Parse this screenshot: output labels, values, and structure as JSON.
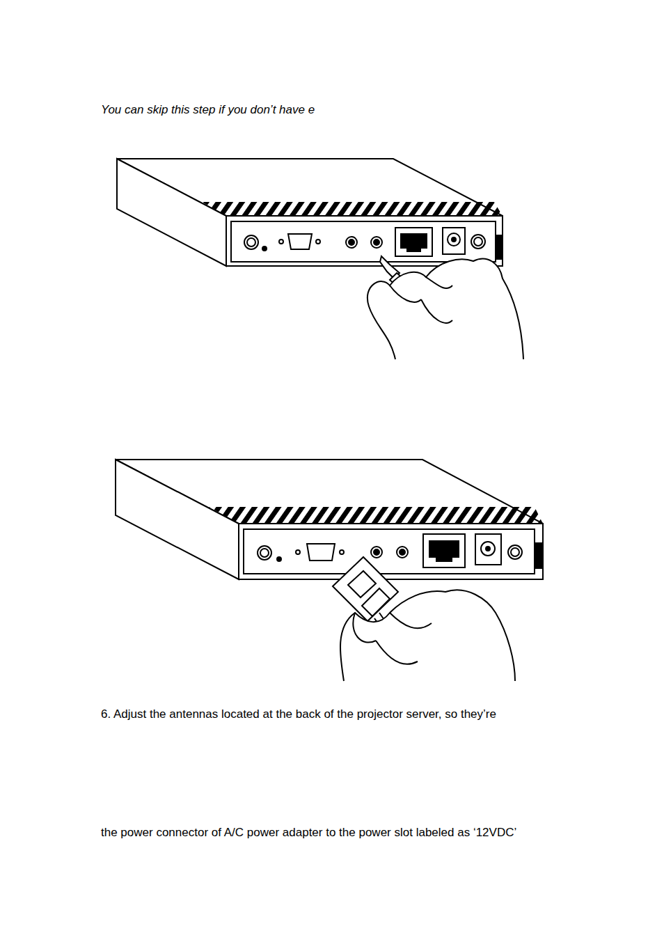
{
  "diagram": {
    "labels": [
      "You can skip this step if you don’t have e",
      "6. Adjust the antennas located at the back of the projector server, so they’re",
      "the power connector of A/C power adapter to the power slot labeled as ‘12VDC’"
    ]
  }
}
